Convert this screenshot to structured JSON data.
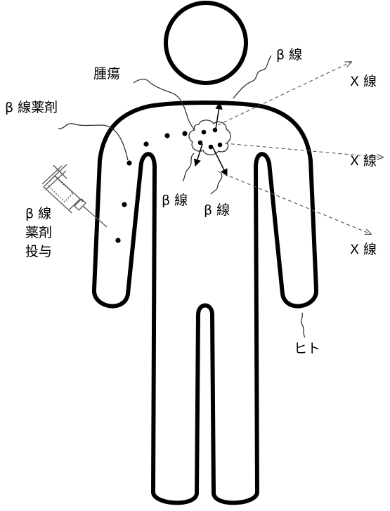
{
  "labels": {
    "beta_top": "β 線",
    "tumor": "腫瘍",
    "beta_drug": "β 線薬剤",
    "beta_admin": [
      "β 線",
      "薬剤",
      "投与"
    ],
    "x1": "X 線",
    "x2": "X 線",
    "x3": "X 線",
    "beta_left": "β 線",
    "beta_right": "β 線",
    "human": "ヒト"
  },
  "colors": {
    "outline": "#000000",
    "dashed": "#555555"
  }
}
